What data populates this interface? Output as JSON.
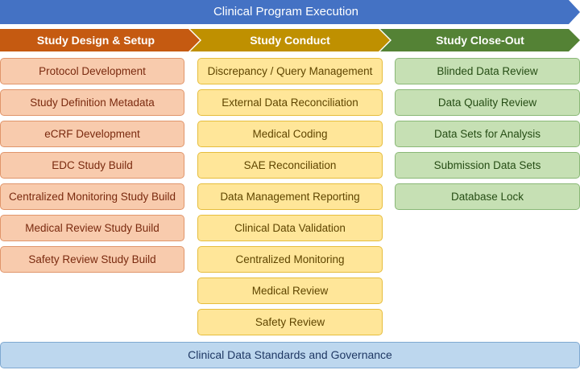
{
  "banner": {
    "title": "Clinical Program Execution",
    "color": "#4472c4"
  },
  "phases": [
    {
      "title": "Study Design & Setup",
      "color": "#c55a11",
      "items": [
        "Protocol Development",
        "Study Definition Metadata",
        "eCRF Development",
        "EDC Study Build",
        "Centralized Monitoring Study Build",
        "Medical Review Study Build",
        "Safety Review Study Build"
      ]
    },
    {
      "title": "Study Conduct",
      "color": "#bf9000",
      "items": [
        "Discrepancy / Query Management",
        "External Data Reconciliation",
        "Medical Coding",
        "SAE Reconciliation",
        "Data Management Reporting",
        "Clinical Data Validation",
        "Centralized Monitoring",
        "Medical Review",
        "Safety Review"
      ]
    },
    {
      "title": "Study Close-Out",
      "color": "#548235",
      "items": [
        "Blinded Data Review",
        "Data Quality Review",
        "Data Sets for Analysis",
        "Submission Data Sets",
        "Database Lock"
      ]
    }
  ],
  "footer": {
    "title": "Clinical Data Standards and Governance"
  }
}
